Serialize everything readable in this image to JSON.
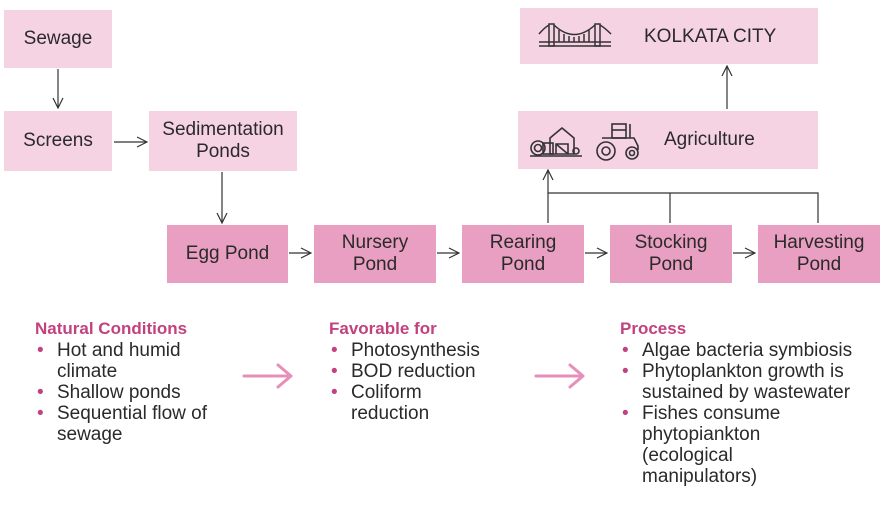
{
  "flow": {
    "sewage": "Sewage",
    "screens": "Screens",
    "sedimentation": "Sedimentation Ponds",
    "egg_pond": "Egg Pond",
    "nursery_pond": "Nursery Pond",
    "rearing_pond": "Rearing Pond",
    "stocking_pond": "Stocking Pond",
    "harvesting_pond": "Harvesting Pond",
    "agriculture": "Agriculture",
    "city": "KOLKATA CITY"
  },
  "icons": [
    "bridge-icon",
    "hay-bale-barn-icon",
    "tractor-icon",
    "right-arrow-icon"
  ],
  "colors": {
    "light_box": "#f6d3e3",
    "dark_box": "#e99fc1",
    "accent": "#c2417f",
    "arrow": "#e58fb9"
  },
  "natural_conditions": {
    "title": "Natural Conditions",
    "items": [
      "Hot and humid climate",
      "Shallow ponds",
      "Sequential flow of sewage"
    ]
  },
  "favorable_for": {
    "title": "Favorable for",
    "items": [
      "Photosynthesis",
      "BOD reduction",
      "Coliform reduction"
    ]
  },
  "process": {
    "title": "Process",
    "items": [
      "Algae bacteria symbiosis",
      "Phytoplankton growth is sustained by wastewater",
      "Fishes consume phytopiankton (ecological manipulators)"
    ]
  }
}
